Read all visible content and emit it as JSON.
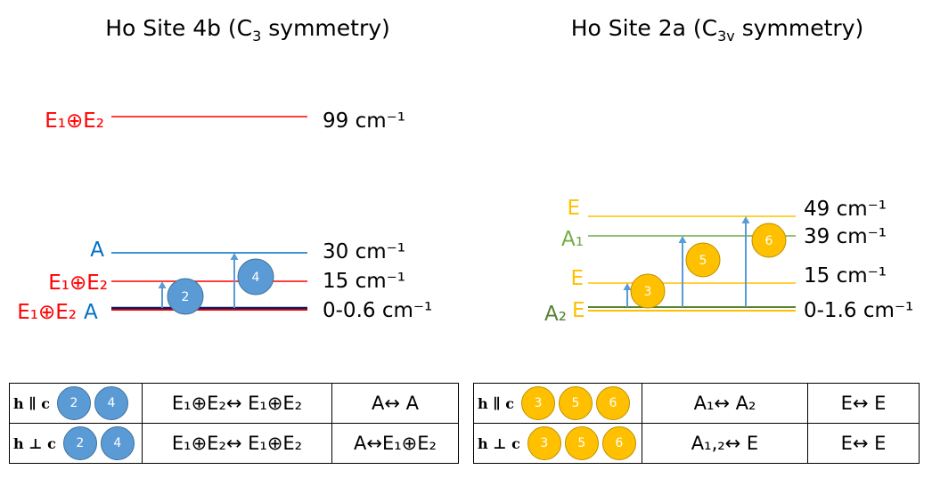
{
  "colors": {
    "red": "#ff0000",
    "blue": "#0070c0",
    "darkblue": "#002060",
    "gold": "#ffc000",
    "green": "#70ad47",
    "darkgreen": "#548235",
    "arrow": "#5b9bd5",
    "circle_blue": "#5b9bd5",
    "circle_gold": "#ffc000"
  },
  "titles": {
    "left": {
      "base": "Ho Site 4b (C",
      "sub": "3",
      "tail": " symmetry)"
    },
    "right": {
      "base": "Ho Site 2a (C",
      "sub": "3v",
      "tail": " symmetry)"
    }
  },
  "site4b": {
    "levels": [
      {
        "label": "E₁⊕E₂",
        "energy": "99 cm⁻¹",
        "color": "#ff0000"
      },
      {
        "label": "A",
        "energy": "30 cm⁻¹",
        "color": "#0070c0"
      },
      {
        "label": "E₁⊕E₂",
        "energy": "15 cm⁻¹",
        "color": "#ff0000"
      },
      {
        "label_left": "E₁⊕E₂",
        "label_right": "A",
        "energy": "0-0.6 cm⁻¹"
      }
    ],
    "transitions": [
      {
        "number": "2",
        "from": "0-0.6 cm⁻¹",
        "to": "15 cm⁻¹"
      },
      {
        "number": "4",
        "from": "0-0.6 cm⁻¹",
        "to": "30 cm⁻¹"
      }
    ]
  },
  "site2a": {
    "levels": [
      {
        "label": "E",
        "energy": "49 cm⁻¹",
        "color": "#ffc000"
      },
      {
        "label": "A₁",
        "energy": "39 cm⁻¹",
        "color": "#70ad47"
      },
      {
        "label": "E",
        "energy": "15 cm⁻¹",
        "color": "#ffc000"
      },
      {
        "label_left": "A₂",
        "label_right": "E",
        "energy": "0-1.6 cm⁻¹"
      }
    ],
    "transitions": [
      {
        "number": "3",
        "from": "0-1.6 cm⁻¹",
        "to": "15 cm⁻¹"
      },
      {
        "number": "5",
        "from": "0-1.6 cm⁻¹",
        "to": "39 cm⁻¹"
      },
      {
        "number": "6",
        "from": "0-1.6 cm⁻¹",
        "to": "49 cm⁻¹"
      }
    ]
  },
  "tables": {
    "left": [
      {
        "label": "h ∥ c",
        "badges": [
          "2",
          "4"
        ],
        "col2": "E₁⊕E₂↔ E₁⊕E₂",
        "col3": "A↔ A"
      },
      {
        "label": "h ⊥ c",
        "badges": [
          "2",
          "4"
        ],
        "col2": "E₁⊕E₂↔ E₁⊕E₂",
        "col3": "A↔E₁⊕E₂"
      }
    ],
    "right": [
      {
        "label": "h ∥ c",
        "badges": [
          "3",
          "5",
          "6"
        ],
        "col2": "A₁↔ A₂",
        "col3": "E↔ E"
      },
      {
        "label": "h ⊥ c",
        "badges": [
          "3",
          "5",
          "6"
        ],
        "col2": "A₁,₂↔ E",
        "col3": "E↔ E"
      }
    ]
  }
}
